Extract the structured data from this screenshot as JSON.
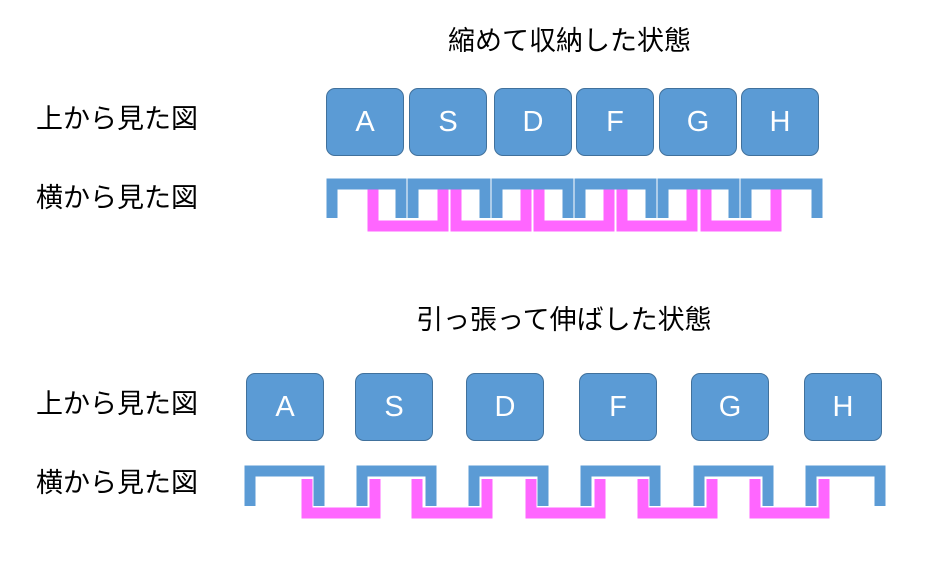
{
  "colors": {
    "key_fill": "#5b9bd5",
    "key_border": "#41719c",
    "blue_strip": "#5b9bd5",
    "pink_strip": "#ff66ff"
  },
  "compressed": {
    "title": "縮めて収納した状態",
    "top_label": "上から見た図",
    "side_label": "横から見た図",
    "keys": [
      "A",
      "S",
      "D",
      "F",
      "G",
      "H"
    ]
  },
  "extended": {
    "title": "引っ張って伸ばした状態",
    "top_label": "上から見た図",
    "side_label": "横から見た図",
    "keys": [
      "A",
      "S",
      "D",
      "F",
      "G",
      "H"
    ]
  }
}
